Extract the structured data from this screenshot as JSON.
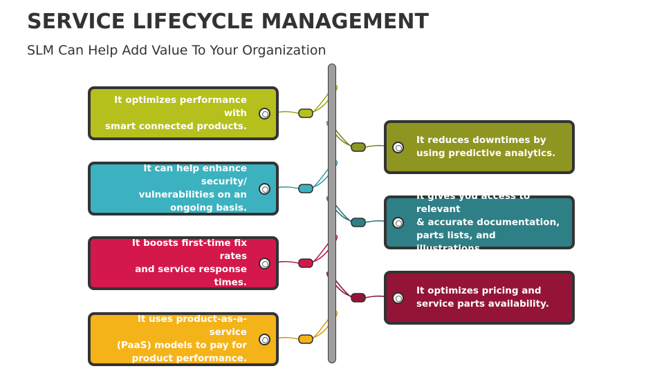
{
  "header": {
    "title": "SERVICE LIFECYCLE MANAGEMENT",
    "subtitle": "SLM Can Help Add Value To Your Organization"
  },
  "tags": [
    {
      "side": "left",
      "color": "#b5c01d",
      "lines": [
        "It optimizes performance with",
        "smart connected products."
      ]
    },
    {
      "side": "right",
      "color": "#8e9521",
      "lines": [
        "It reduces downtimes by",
        "using predictive analytics."
      ]
    },
    {
      "side": "left",
      "color": "#3cb2c0",
      "lines": [
        "It can help enhance security/",
        "vulnerabilities on an ongoing basis."
      ]
    },
    {
      "side": "right",
      "color": "#2e7f86",
      "lines": [
        "It gives you access to relevant",
        "& accurate documentation,",
        "parts lists, and illustrations."
      ]
    },
    {
      "side": "left",
      "color": "#d4184b",
      "lines": [
        "It boosts first-time fix rates",
        "and service response times."
      ]
    },
    {
      "side": "right",
      "color": "#941437",
      "lines": [
        "It optimizes pricing and",
        "service parts availability."
      ]
    },
    {
      "side": "left",
      "color": "#f5b31a",
      "lines": [
        "It uses product-as-a-service",
        "(PaaS) models to pay for",
        "product performance."
      ]
    }
  ]
}
